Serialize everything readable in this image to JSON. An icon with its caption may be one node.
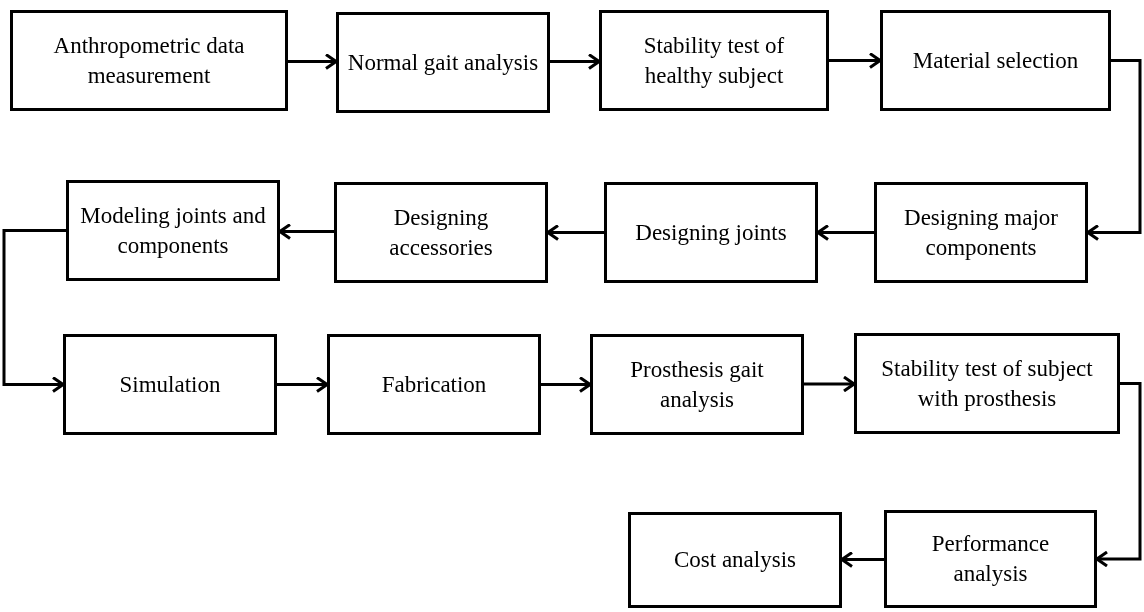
{
  "diagram": {
    "nodes": [
      {
        "text": [
          "Anthropometric data measurement"
        ]
      },
      {
        "text": [
          "Normal gait analysis"
        ]
      },
      {
        "text": [
          "Stability test of healthy subject"
        ]
      },
      {
        "text": [
          "Material selection"
        ]
      },
      {
        "text": [
          "Modeling joints and components"
        ]
      },
      {
        "text": [
          "Designing accessories"
        ]
      },
      {
        "text": [
          "Designing joints"
        ]
      },
      {
        "text": [
          "Designing major components"
        ]
      },
      {
        "text": [
          "Simulation"
        ]
      },
      {
        "text": [
          "Fabrication"
        ]
      },
      {
        "text": [
          "Prosthesis gait analysis"
        ]
      },
      {
        "text": [
          "Stability test of subject with prosthesis"
        ]
      },
      {
        "text": [
          "Cost analysis"
        ]
      },
      {
        "text": [
          "Performance analysis"
        ]
      }
    ],
    "edges": [
      {
        "from": 0,
        "to": 1,
        "arrow": "to"
      },
      {
        "from": 1,
        "to": 2,
        "arrow": "to"
      },
      {
        "from": 2,
        "to": 3,
        "arrow": "to"
      },
      {
        "from": 3,
        "to": 7,
        "arrow": "to"
      },
      {
        "from": 7,
        "to": 6,
        "arrow": "to"
      },
      {
        "from": 6,
        "to": 5,
        "arrow": "to"
      },
      {
        "from": 5,
        "to": 4,
        "arrow": "to"
      },
      {
        "from": 4,
        "to": 8,
        "arrow": "to"
      },
      {
        "from": 8,
        "to": 9,
        "arrow": "to"
      },
      {
        "from": 9,
        "to": 10,
        "arrow": "to"
      },
      {
        "from": 10,
        "to": 11,
        "arrow": "to"
      },
      {
        "from": 11,
        "to": 13,
        "arrow": "to"
      },
      {
        "from": 13,
        "to": 12,
        "arrow": "to"
      }
    ]
  }
}
